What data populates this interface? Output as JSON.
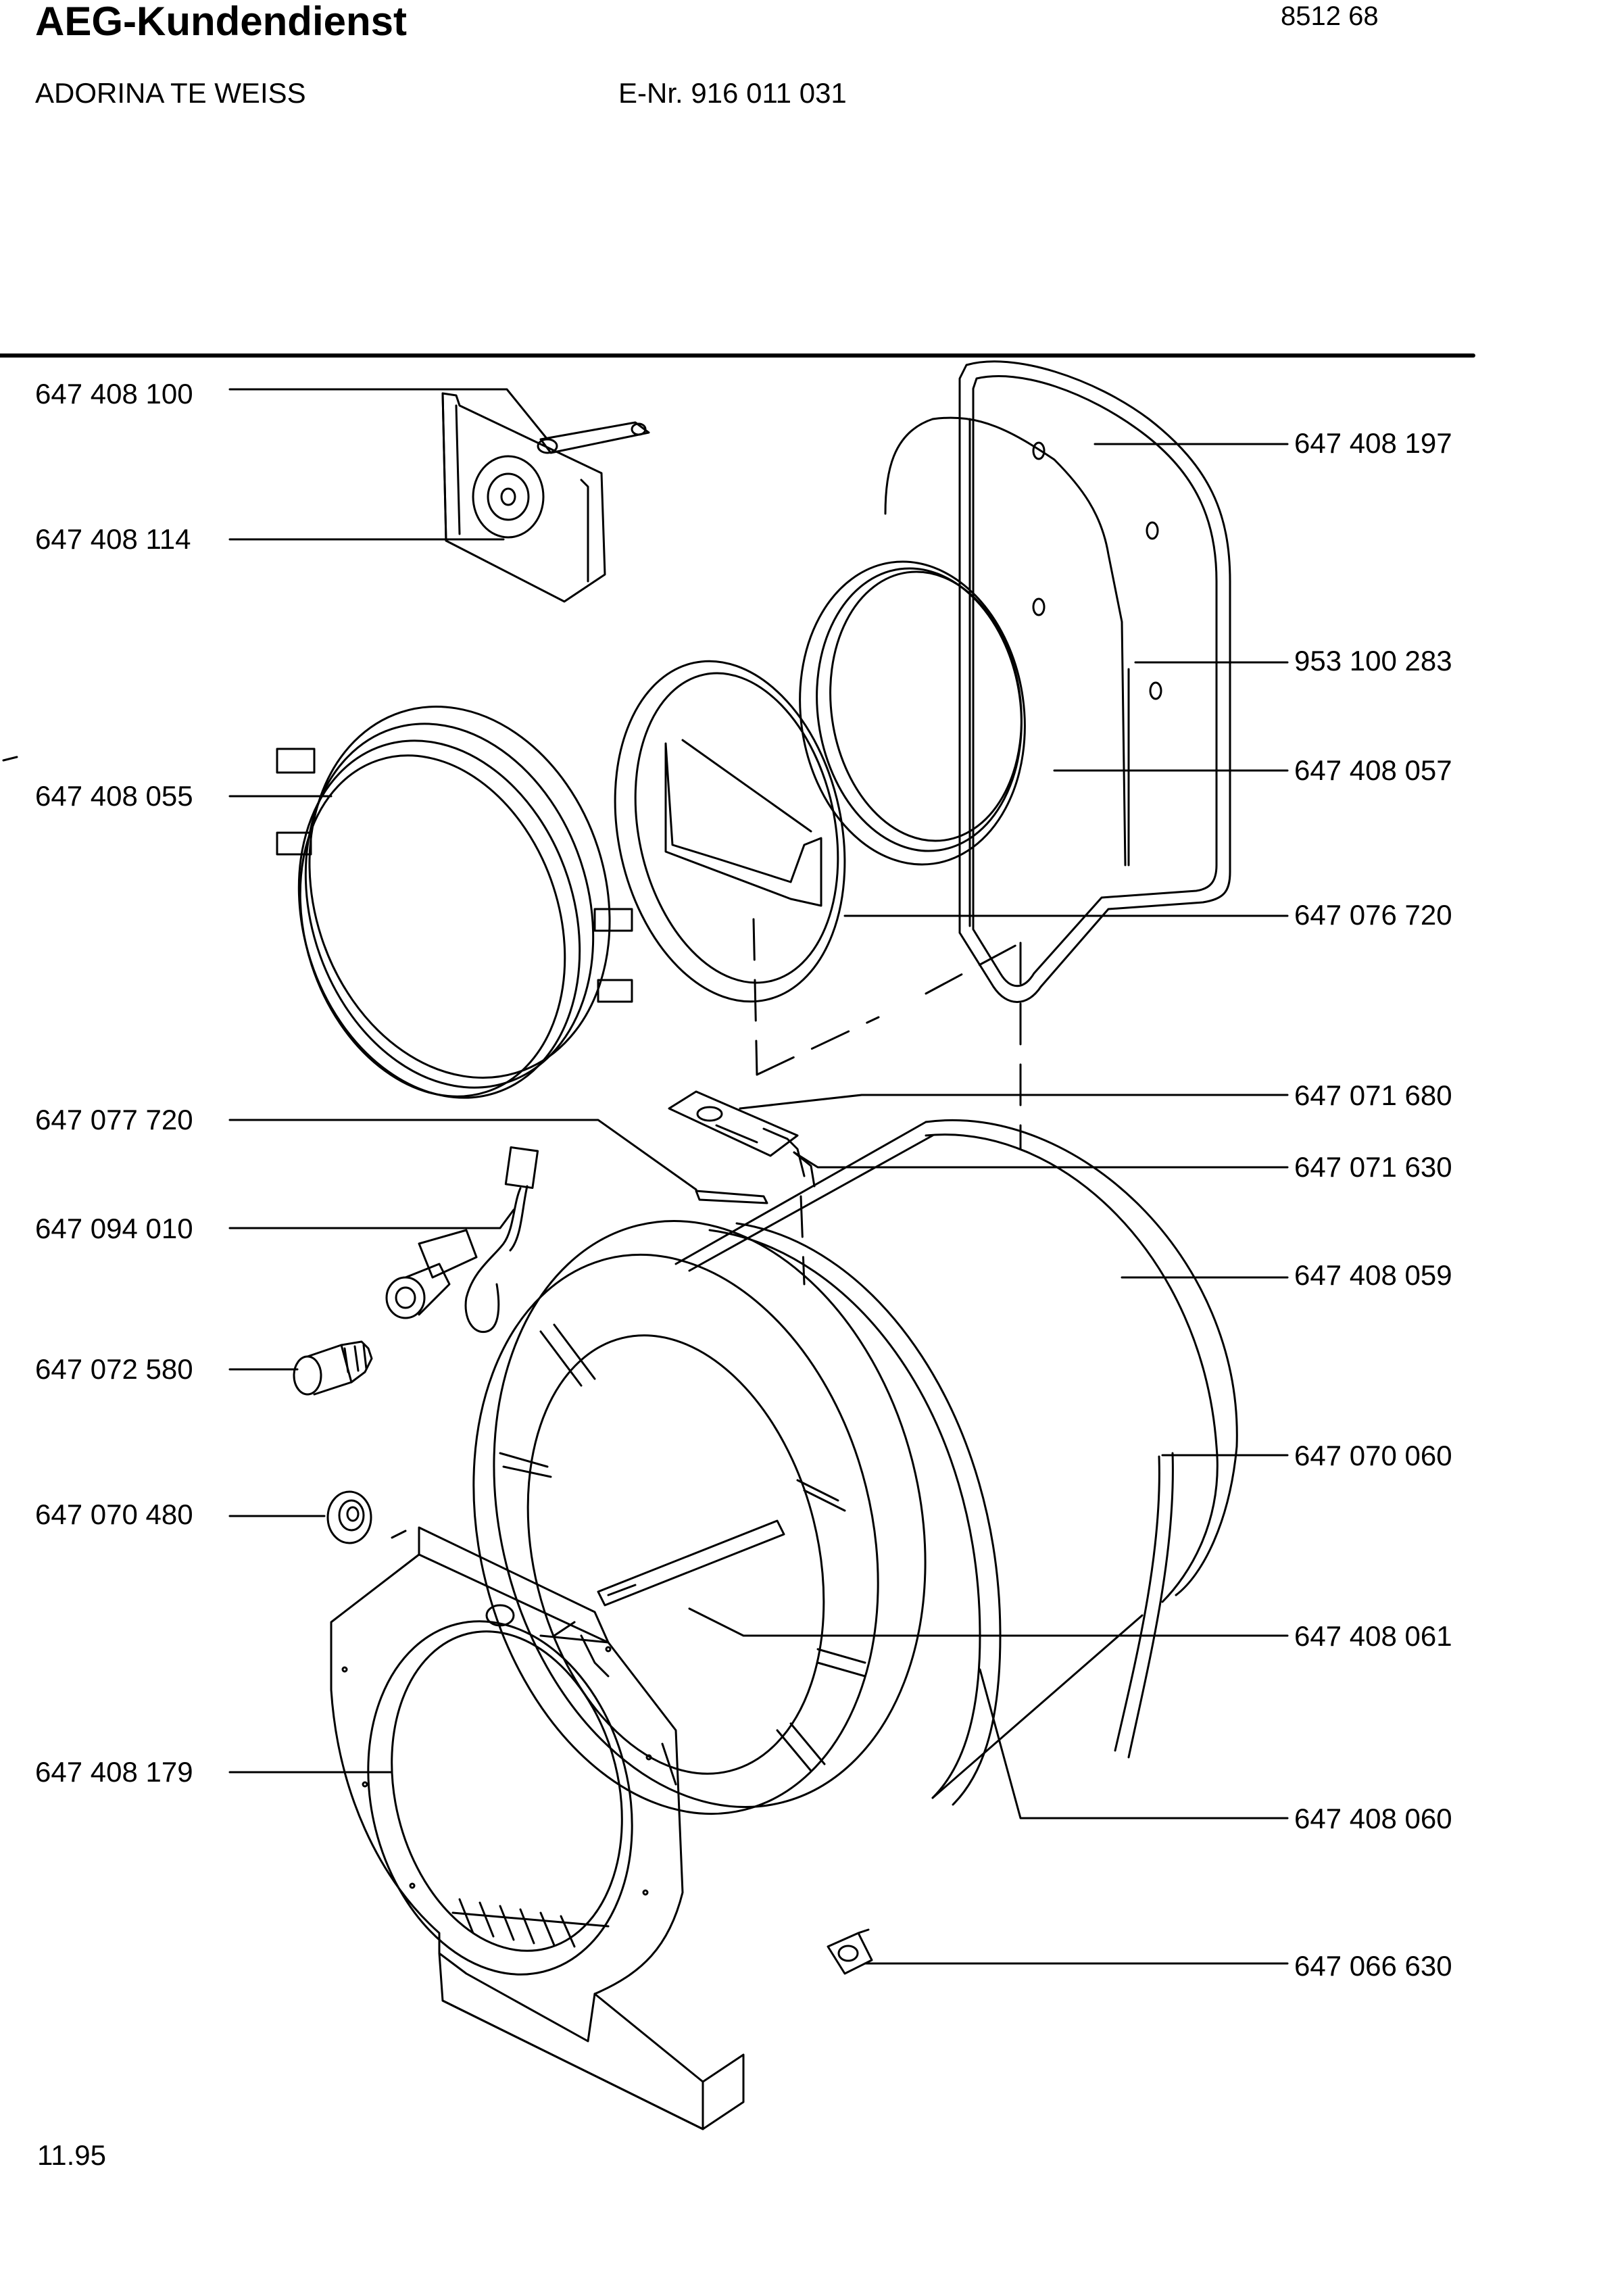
{
  "header": {
    "title": "AEG-Kundendienst",
    "doc_number": "8512 68",
    "model": "ADORINA TE WEISS",
    "e_number": "E-Nr. 916 011 031"
  },
  "footer": {
    "date": "11.95"
  },
  "parts_left": [
    "647 408 100",
    "647 408 114",
    "647 408 055",
    "647 077 720",
    "647 094 010",
    "647 072 580",
    "647 070 480",
    "647 408 179"
  ],
  "parts_right": [
    "647 408 197",
    "953 100 283",
    "647 408 057",
    "647 076 720",
    "647 071 680",
    "647 071 630",
    "647 408 059",
    "647 070 060",
    "647 408 061",
    "647 408 060",
    "647 066 630"
  ]
}
